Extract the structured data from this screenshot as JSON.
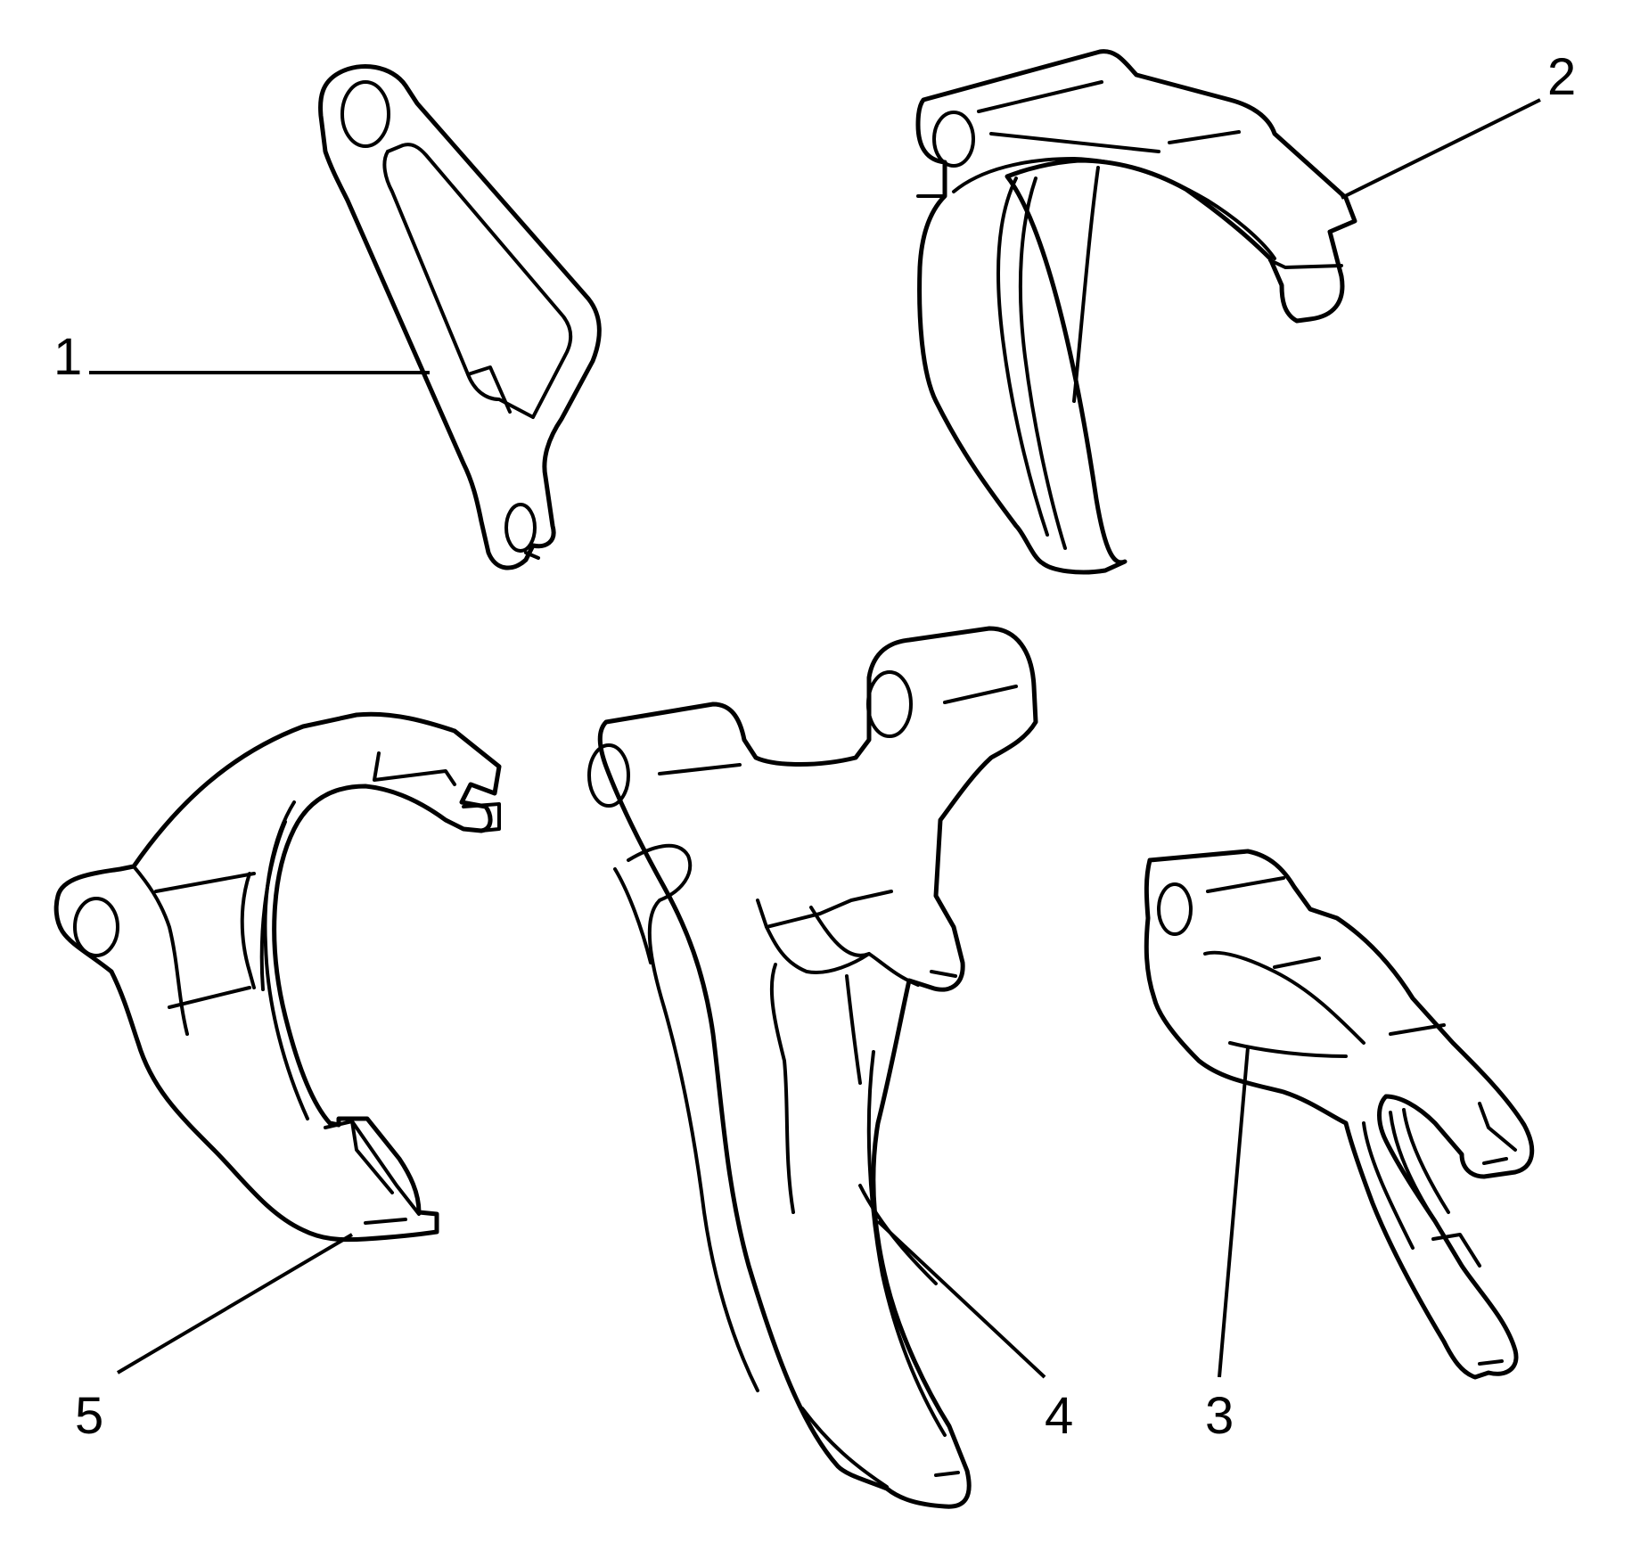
{
  "callouts": {
    "c1": "1",
    "c2": "2",
    "c3": "3",
    "c4": "4",
    "c5": "5"
  },
  "parts": [
    {
      "name": "shift-fork-1",
      "callout": "1"
    },
    {
      "name": "shift-fork-2",
      "callout": "2"
    },
    {
      "name": "shift-fork-3",
      "callout": "3"
    },
    {
      "name": "shift-fork-4",
      "callout": "4"
    },
    {
      "name": "shift-fork-5",
      "callout": "5"
    }
  ],
  "colors": {
    "line": "#000000",
    "background": "#ffffff"
  }
}
